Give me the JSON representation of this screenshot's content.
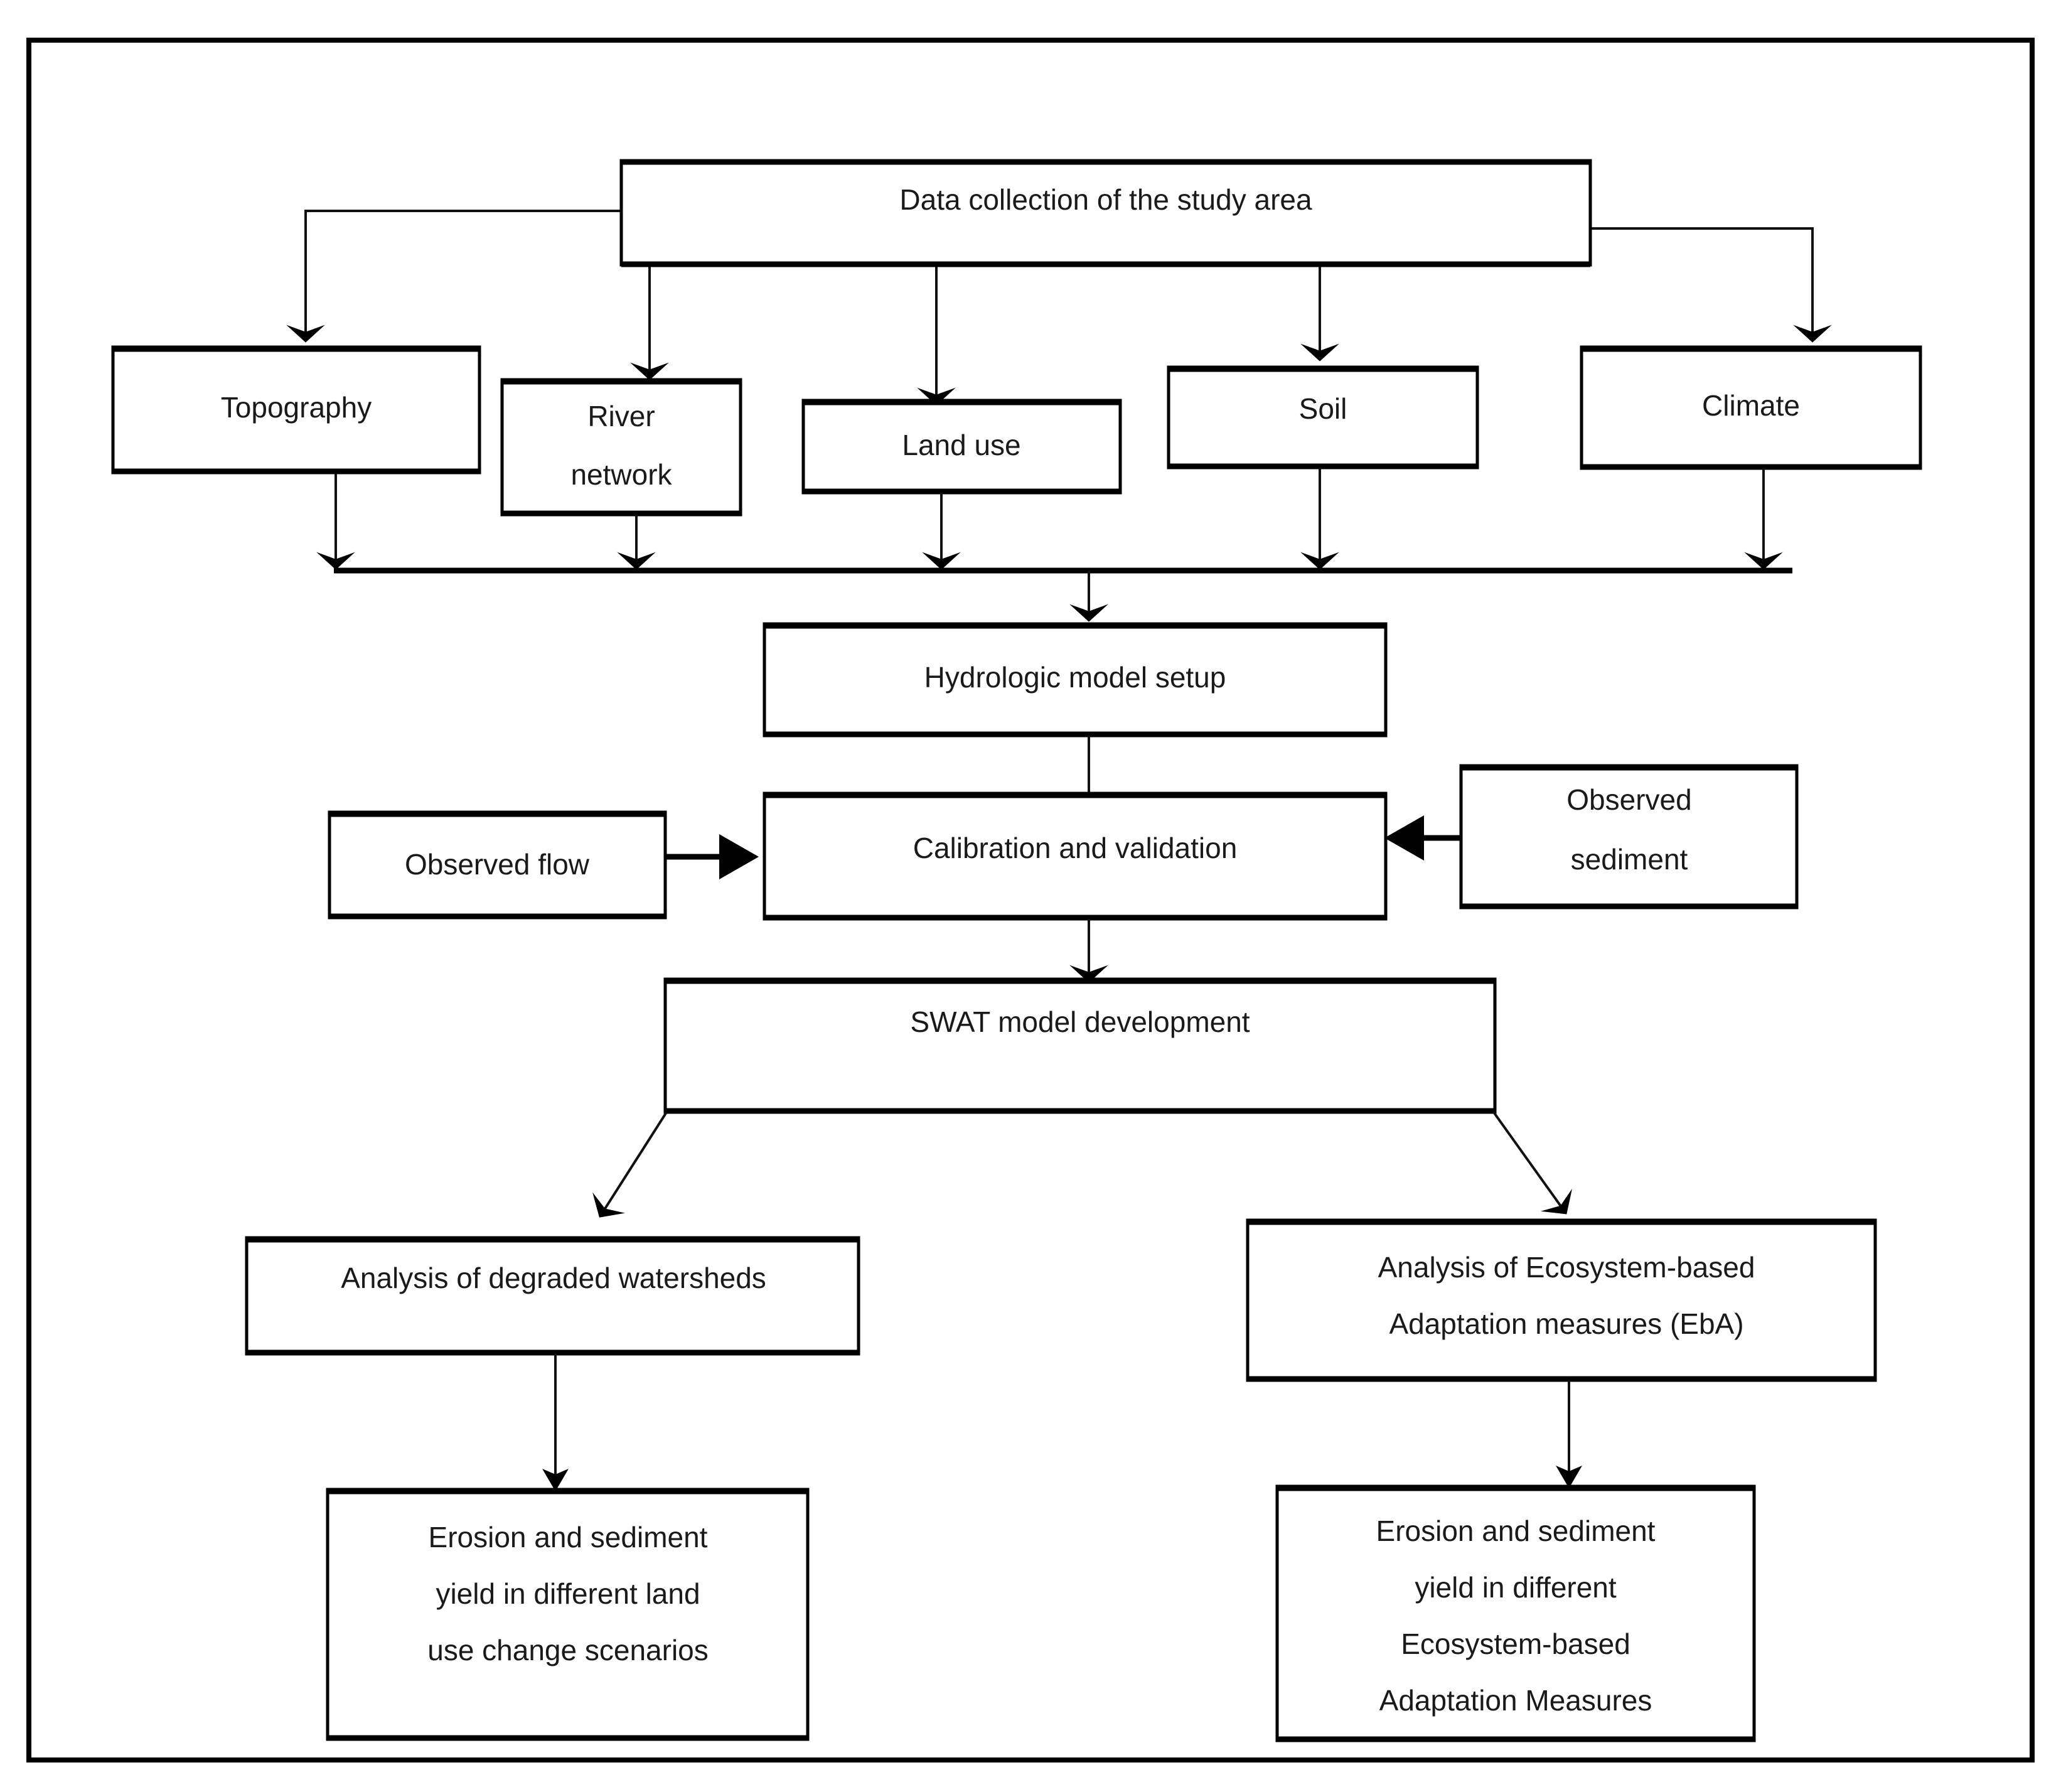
{
  "diagram": {
    "title": "Flowchart of SWAT hydrologic modelling methodology",
    "border_color": "#000000",
    "background_color": "#ffffff",
    "text_color": "#1a1a1a",
    "nodes": {
      "data_collection": "Data collection of the study area",
      "topography": "Topography",
      "river_network_line1": "River",
      "river_network_line2": "network",
      "land_use": "Land use",
      "soil": "Soil",
      "climate": "Climate",
      "hydrologic_model_setup": "Hydrologic model setup",
      "observed_flow": "Observed flow",
      "calibration_validation": "Calibration and validation",
      "observed_sediment_line1": "Observed",
      "observed_sediment_line2": "sediment",
      "swat_model_development": "SWAT model development",
      "analysis_degraded": "Analysis of degraded watersheds",
      "analysis_eba_line1": "Analysis of Ecosystem-based",
      "analysis_eba_line2": "Adaptation measures (EbA)",
      "erosion_landuse_line1": "Erosion and sediment",
      "erosion_landuse_line2": "yield in different land",
      "erosion_landuse_line3": "use change scenarios",
      "erosion_eba_line1": "Erosion and sediment",
      "erosion_eba_line2": "yield in different",
      "erosion_eba_line3": "Ecosystem-based",
      "erosion_eba_line4": "Adaptation Measures"
    }
  }
}
